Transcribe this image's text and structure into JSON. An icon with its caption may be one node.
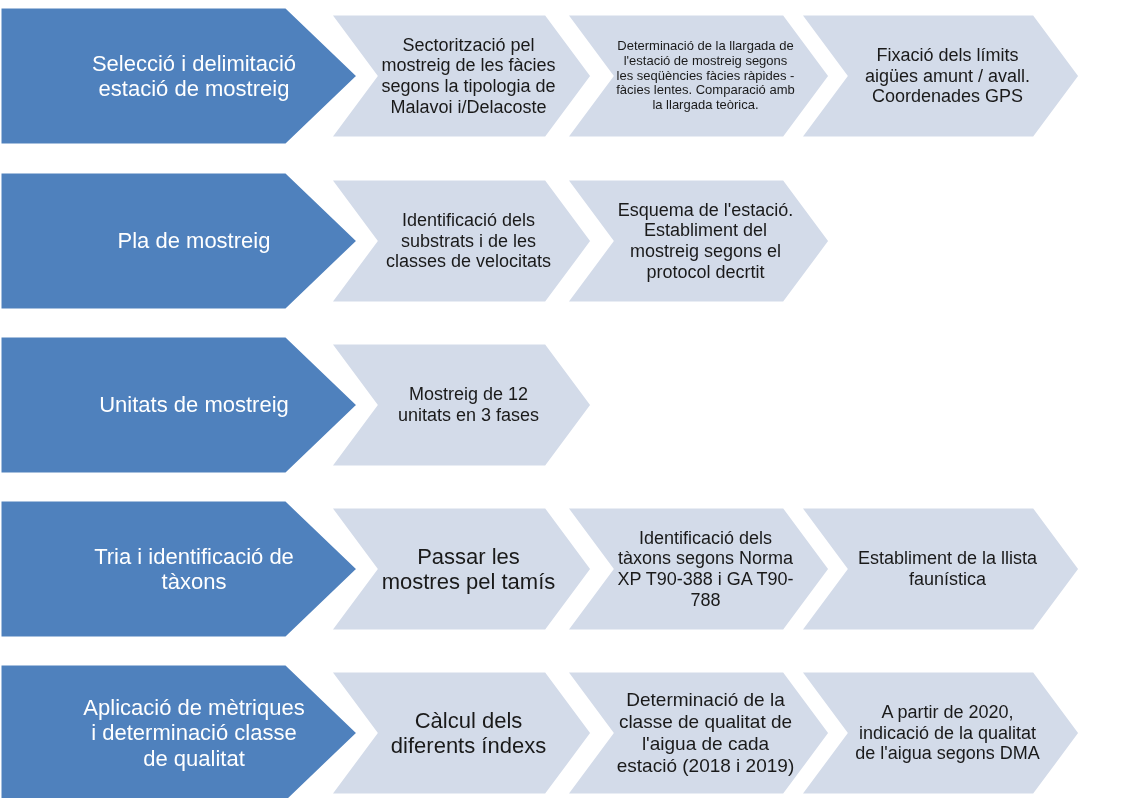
{
  "diagram": {
    "nodes": [
      {
        "text": [
          "Selecció i delimitació estació de mostreig"
        ]
      },
      {
        "text": [
          "Sectorització pel mostreig de les fàcies segons la tipologia de Malavoi i/Delacoste"
        ]
      },
      {
        "text": [
          "Determinació de la llargada de l'estació de mostreig segons les seqüències fàcies ràpides - fàcies lentes. Comparació amb la llargada teòrica."
        ]
      },
      {
        "text": [
          "Fixació dels límits aigües amunt / avall. Coordenades GPS"
        ]
      },
      {
        "text": [
          "Pla de mostreig"
        ]
      },
      {
        "text": [
          "Identificació dels substrats i de les classes de velocitats"
        ]
      },
      {
        "text": [
          "Esquema de l'estació. Establiment del mostreig segons el protocol decrtit"
        ]
      },
      {
        "text": [
          "Unitats de mostreig"
        ]
      },
      {
        "text": [
          "Mostreig de 12 unitats  en 3 fases"
        ]
      },
      {
        "text": [
          "Tria i identificació de tàxons"
        ]
      },
      {
        "text": [
          "Passar les mostres pel tamís"
        ]
      },
      {
        "text": [
          "Identificació dels tàxons segons Norma XP T90-388 i GA T90-788"
        ]
      },
      {
        "text": [
          "Establiment de la llista faunística"
        ]
      },
      {
        "text": [
          "Aplicació de mètriques i determinació classe de qualitat"
        ]
      },
      {
        "text": [
          "Càlcul dels diferents índexs"
        ]
      },
      {
        "text": [
          "Determinació de la classe de qualitat de l'aigua de cada estació (2018 i 2019)"
        ]
      },
      {
        "text": [
          "A partir de 2020, indicació de la qualitat de l'aigua segons DMA"
        ]
      }
    ]
  }
}
